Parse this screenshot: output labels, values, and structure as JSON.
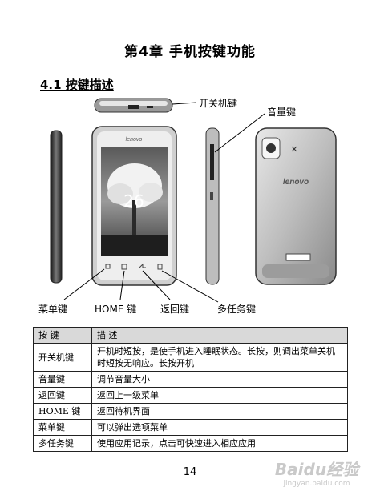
{
  "chapter_title": "第4章  手机按键功能",
  "section_title": "4.1 按键描述",
  "callouts": {
    "power": "开关机键",
    "volume": "音量键",
    "menu": "菜单键",
    "home": "HOME 键",
    "back": "返回键",
    "multitask": "多任务键"
  },
  "phone_screen": {
    "brand": "lenovo",
    "clock": "26"
  },
  "phone_back": {
    "brand": "lenovo"
  },
  "table": {
    "header": [
      "按 键",
      "描    述"
    ],
    "rows": [
      {
        "key": "开关机键",
        "desc": "开机时短按，是使手机进入睡眠状态。长按，则调出菜单关机时短按无响应。长按开机"
      },
      {
        "key": "音量键",
        "desc": "调节音量大小"
      },
      {
        "key": "返回键",
        "desc": "返回上一级菜单"
      },
      {
        "key": "HOME 键",
        "desc": "返回待机界面"
      },
      {
        "key": "菜单键",
        "desc": "可以弹出选项菜单"
      },
      {
        "key": "多任务键",
        "desc": "使用应用记录，点击可快速进入相应应用"
      }
    ]
  },
  "page_number": "14",
  "watermark": {
    "main": "Baidu经验",
    "sub": "jingyan.baidu.com"
  }
}
